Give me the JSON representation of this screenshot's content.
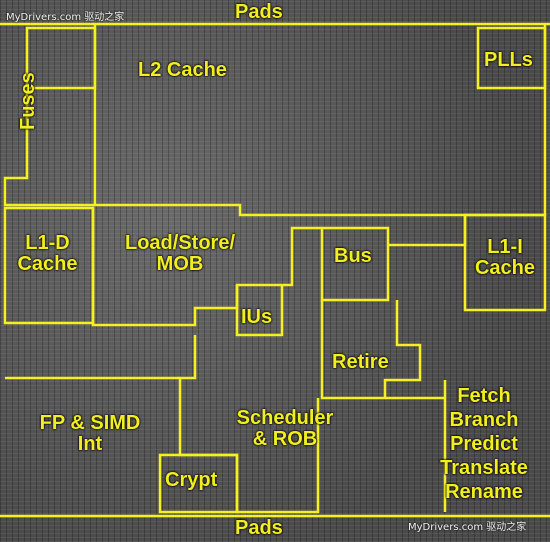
{
  "diagram": {
    "labels": {
      "pads_top": "Pads",
      "pads_bottom": "Pads",
      "l2_cache": "L2 Cache",
      "plls": "PLLs",
      "fuses": "Fuses",
      "l1d_line1": "L1-D",
      "l1d_line2": "Cache",
      "load_store_line1": "Load/Store/",
      "load_store_line2": "MOB",
      "bus": "Bus",
      "l1i_line1": "L1-I",
      "l1i_line2": "Cache",
      "ius": "IUs",
      "retire": "Retire",
      "fp_simd_line1": "FP & SIMD",
      "fp_simd_line2": "Int",
      "scheduler_line1": "Scheduler",
      "scheduler_line2": "& ROB",
      "crypt": "Crypt",
      "fetch_line1": "Fetch",
      "fetch_line2": "Branch",
      "fetch_line3": "Predict",
      "fetch_line4": "Translate",
      "fetch_line5": "Rename"
    },
    "watermark_top": "MyDrivers.com 驱动之家",
    "watermark_bottom": "MyDrivers.com 驱动之家",
    "outline_color": "#f5f020"
  }
}
